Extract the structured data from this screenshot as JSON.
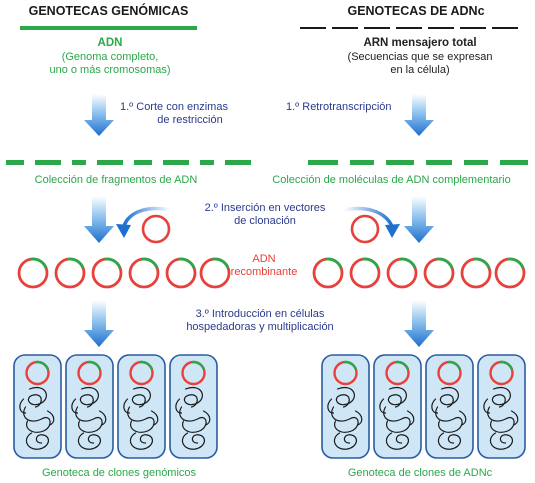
{
  "left": {
    "header": "GENOTECAS GENÓMICAS",
    "source_title": "ADN",
    "source_desc_line1": "(Genoma completo,",
    "source_desc_line2": "uno o más cromosomas)",
    "collection_label": "Colección de fragmentos de ADN",
    "result_label": "Genoteca de clones genómicos"
  },
  "right": {
    "header": "GENOTECAS DE ADNc",
    "source_title": "ARN mensajero total",
    "source_desc_line1": "(Secuencias que se expresan",
    "source_desc_line2": "en la célula)",
    "collection_label": "Colección de moléculas de ADN complementario",
    "result_label": "Genoteca de clones de ADNc"
  },
  "steps": {
    "step1_left_line1": "1.º Corte con enzimas",
    "step1_left_line2": "de restricción",
    "step1_right": "1.º Retrotranscripción",
    "step2_line1": "2.º Inserción en vectores",
    "step2_line2": "de clonación",
    "step3_line1": "3.º Introducción en células",
    "step3_line2": "hospedadoras y multiplicación"
  },
  "recombinant_line1": "ADN",
  "recombinant_line2": "recombinante",
  "colors": {
    "green": "#2aa84a",
    "red": "#e8403a",
    "navy": "#2a3a8c",
    "arrow_blue": "#1e6fd0",
    "cell_fill": "#cfe6f7",
    "cell_border": "#2b5c9e"
  }
}
